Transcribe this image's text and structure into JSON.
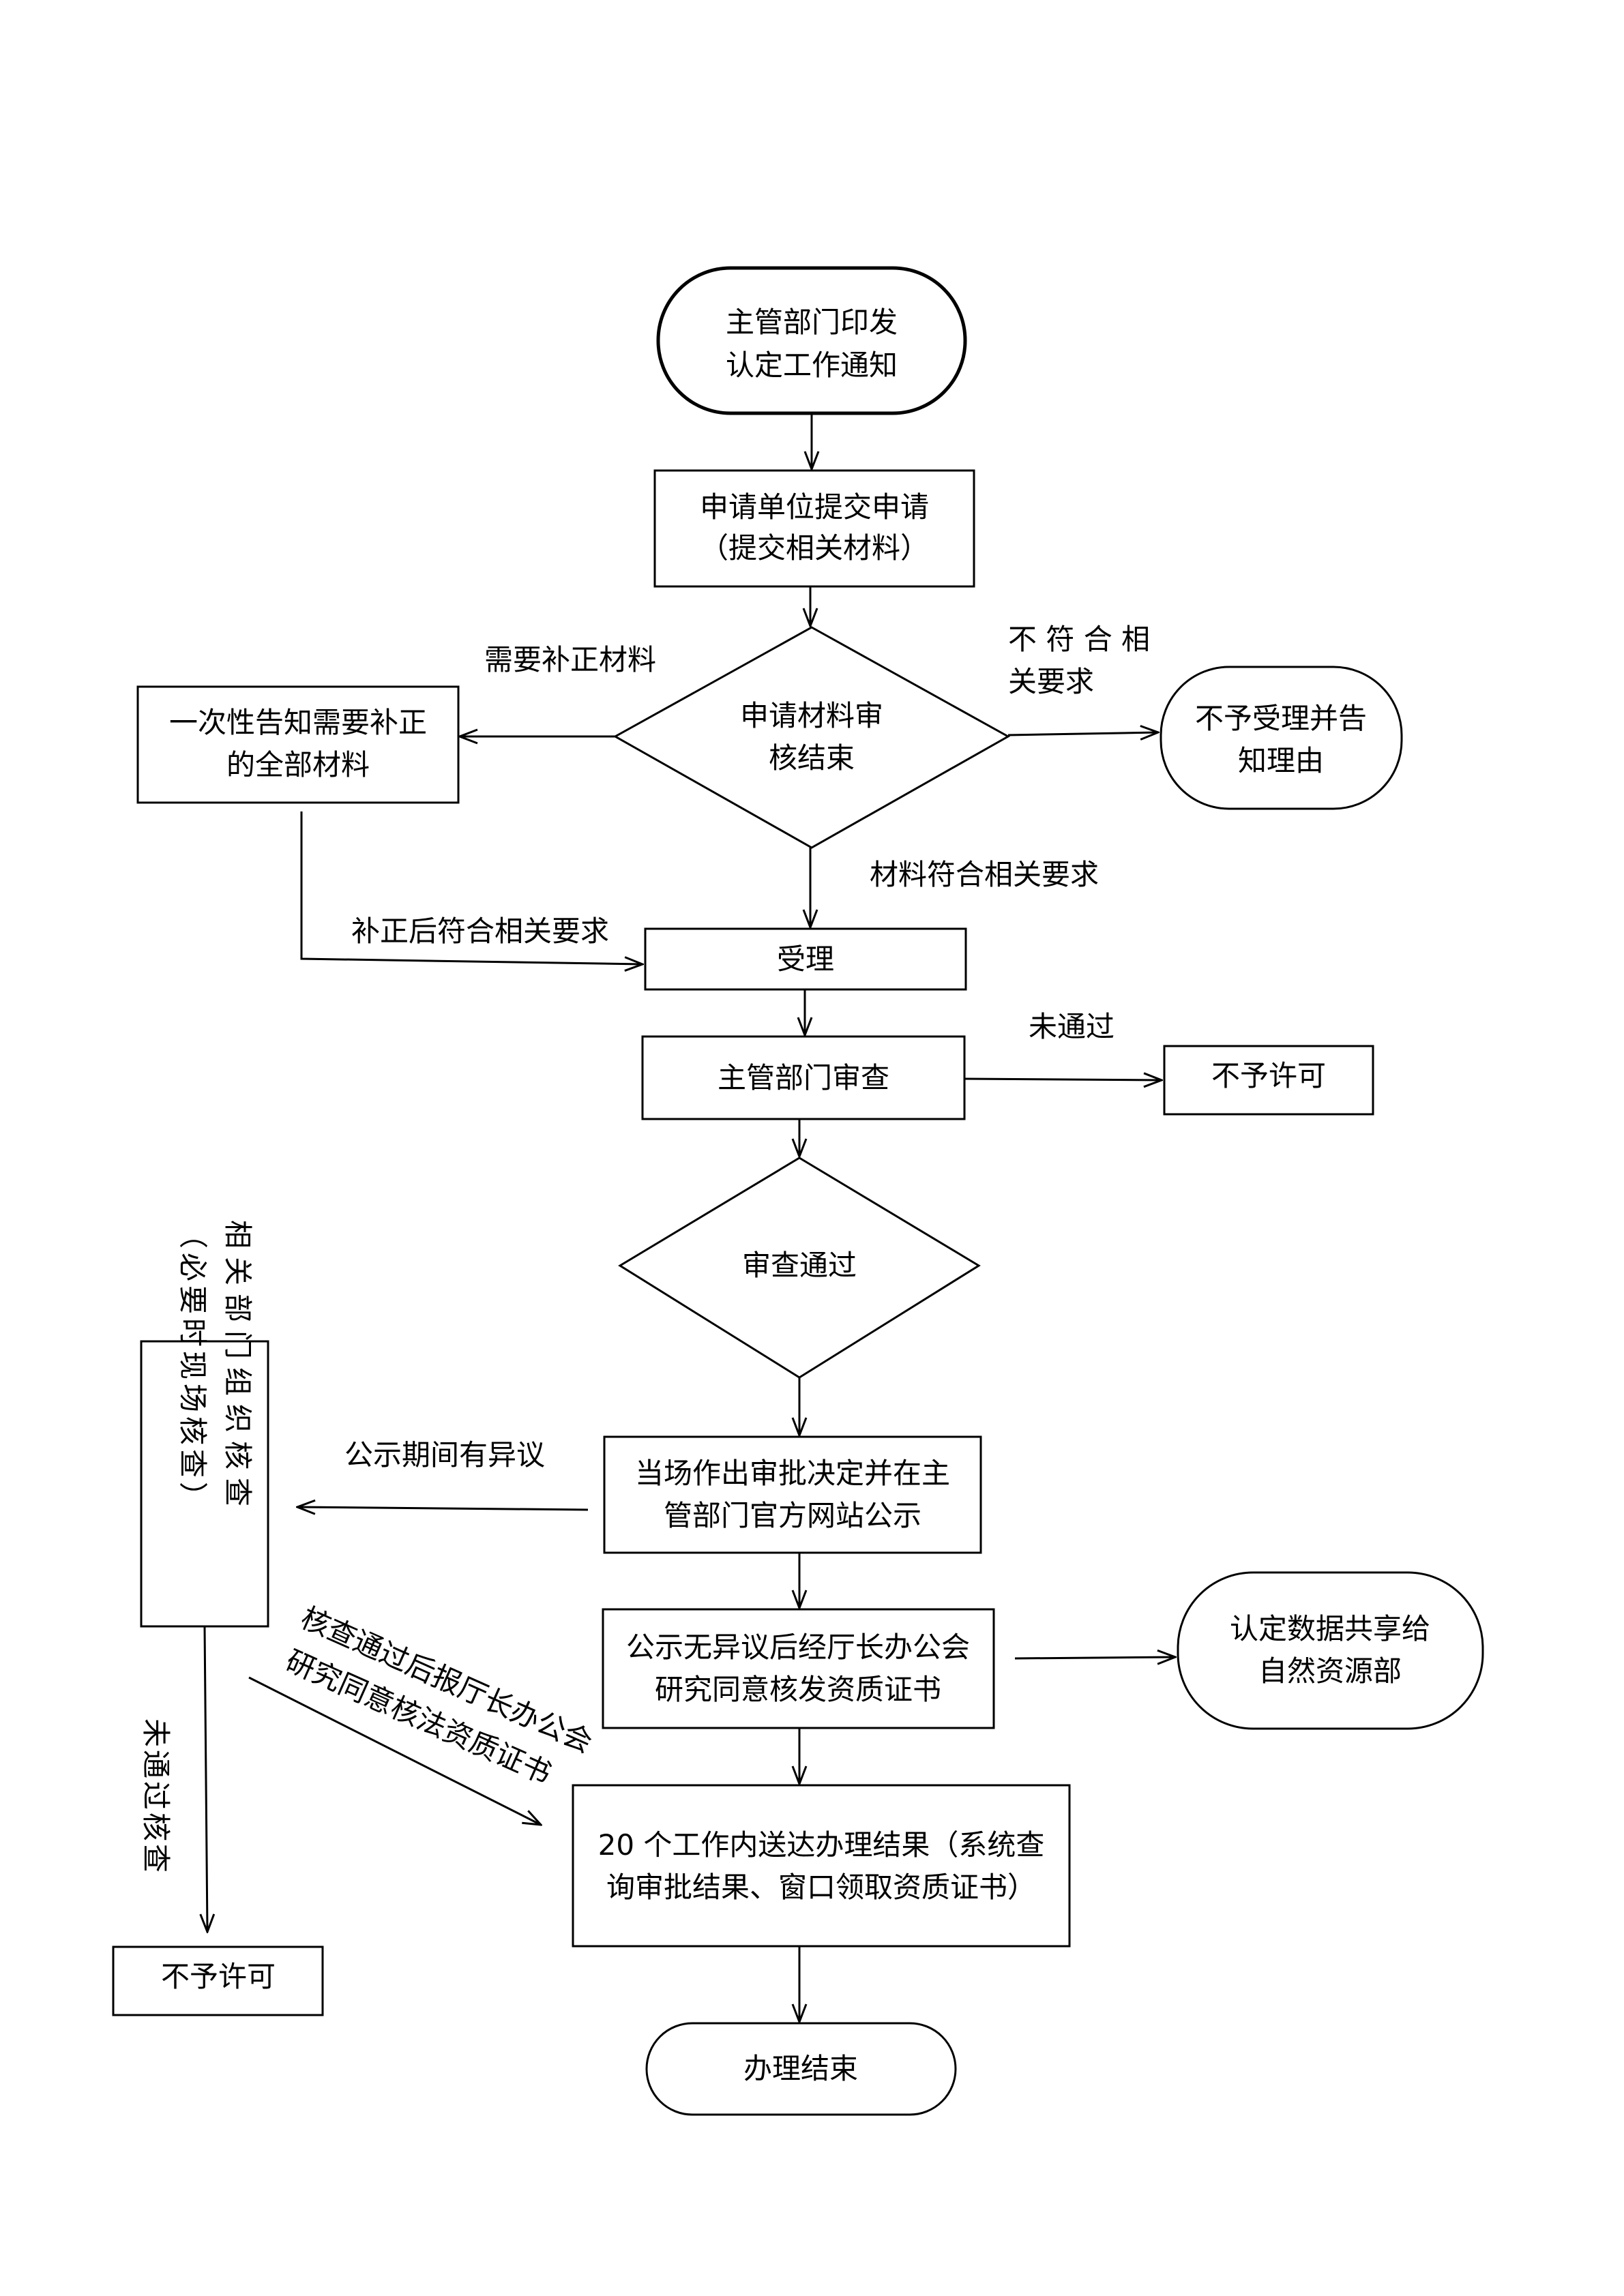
{
  "nodes": {
    "start": [
      "主管部门印发",
      "认定工作通知"
    ],
    "submit": [
      "申请单位提交申请",
      "（提交相关材料）"
    ],
    "review_decision": [
      "申请材料审",
      "核结束"
    ],
    "reject_notice": [
      "不予受理并告",
      "知理由"
    ],
    "supplement": [
      "一次性告知需要补正",
      "的全部材料"
    ],
    "accept": [
      "受理"
    ],
    "dept_review": [
      "主管部门审查"
    ],
    "deny_1": [
      "不予许可"
    ],
    "review_pass": [
      "审查通过"
    ],
    "decision_publicize": [
      "当场作出审批决定并在主",
      "管部门官方网站公示"
    ],
    "issue_cert": [
      "公示无异议后经厅长办公会",
      "研究同意核发资质证书"
    ],
    "share_data": [
      "认定数据共享给",
      "自然资源部"
    ],
    "inspection": [
      "相关部门组织核查",
      "（必要时现场核查）"
    ],
    "deliver_result": [
      "20 个工作内送达办理结果（系统查",
      "询审批结果、窗口领取资质证书）"
    ],
    "deny_2": [
      "不予许可"
    ],
    "end": [
      "办理结束"
    ]
  },
  "edge_labels": {
    "need_supplement": "需要补正材料",
    "not_meet_line1": "不 符 合 相",
    "not_meet_line2": "关要求",
    "materials_meet": "材料符合相关要求",
    "after_supplement_meet": "补正后符合相关要求",
    "not_passed": "未通过",
    "objection": "公示期间有异议",
    "inspection_passed_line1": "核查通过后报厅长办公会",
    "inspection_passed_line2": "研究同意核法资质证书",
    "inspection_failed": "未通过核查"
  }
}
